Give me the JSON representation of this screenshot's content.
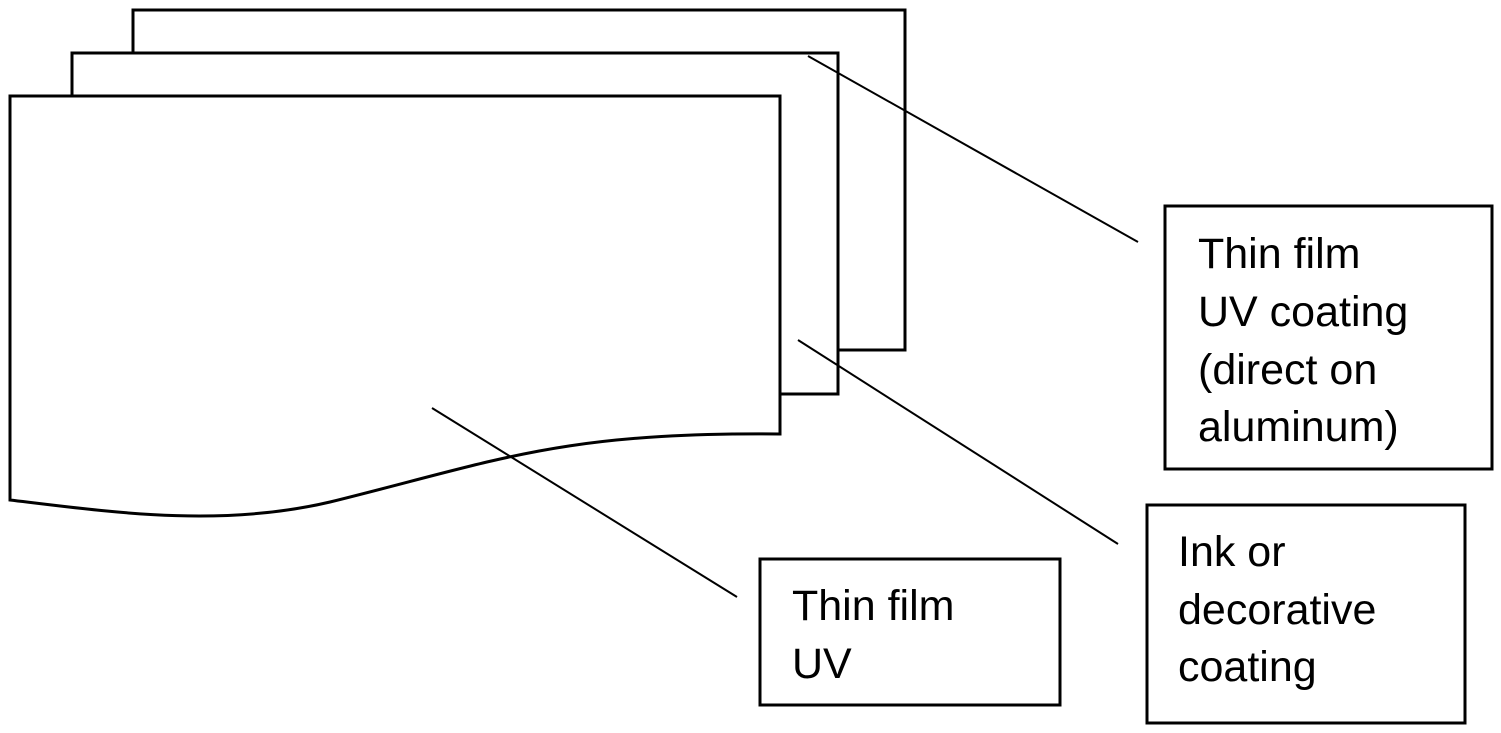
{
  "labels": {
    "top_right": [
      "Thin film",
      "UV coating",
      "(direct on",
      "aluminum)"
    ],
    "middle_right": [
      "Ink or",
      "decorative",
      "coating"
    ],
    "bottom_center": [
      "Thin film",
      "UV"
    ]
  }
}
